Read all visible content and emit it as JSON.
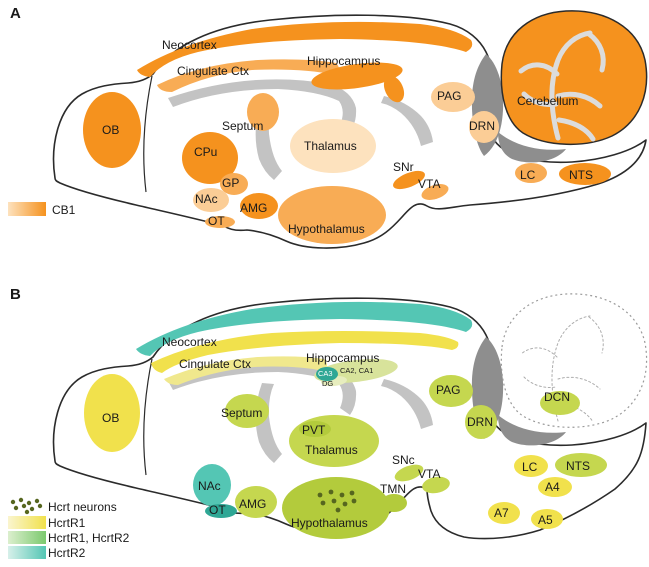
{
  "colors": {
    "orange": "#F5921E",
    "orange_mid": "#F8AC55",
    "orange_light": "#FBCD96",
    "orange_pale": "#FDE2BE",
    "yellow": "#F1E14C",
    "yellow_light": "#FAF5CF",
    "yellow_pale": "#F0E88D",
    "yellow_green": "#C5D74F",
    "olive": "#B3CB3C",
    "green": "#7BC96E",
    "green_fade": "#DCEFCE",
    "green_pale": "#D8E39B",
    "green_light": "#E7EDBE",
    "teal": "#54C6B4",
    "teal_fade": "#D7F0EA",
    "teal_dark": "#2FA795",
    "gray_light": "#C3C3C3",
    "gray_dark": "#8E8E8E",
    "dot": "#56661F"
  },
  "a": {
    "panel_label": "A",
    "legend": {
      "cb1": "CB1"
    },
    "regions": {
      "neocortex": "Neocortex",
      "cingulate_ctx": "Cingulate Ctx",
      "hippocampus": "Hippocampus",
      "ob": "OB",
      "septum": "Septum",
      "thalamus": "Thalamus",
      "cpu": "CPu",
      "gp": "GP",
      "nac": "NAc",
      "ot": "OT",
      "amg": "AMG",
      "hypothalamus": "Hypothalamus",
      "snr": "SNr",
      "vta": "VTA",
      "pag": "PAG",
      "drn": "DRN",
      "cerebellum": "Cerebellum",
      "lc": "LC",
      "nts": "NTS"
    }
  },
  "b": {
    "panel_label": "B",
    "legend": {
      "hcrt_neurons": "Hcrt neurons",
      "hcrtr1": "HcrtR1",
      "hcrtr1_r2": "HcrtR1, HcrtR2",
      "hcrtr2": "HcrtR2"
    },
    "regions": {
      "neocortex": "Neocortex",
      "cingulate_ctx": "Cingulate Ctx",
      "hippocampus": "Hippocampus",
      "ca3": "CA3",
      "ca2_ca1": "CA2, CA1",
      "dg": "DG",
      "ob": "OB",
      "septum": "Septum",
      "pvt": "PVT",
      "thalamus": "Thalamus",
      "pag": "PAG",
      "dcn": "DCN",
      "drn": "DRN",
      "snc": "SNc",
      "vta": "VTA",
      "tmn": "TMN",
      "nac": "NAc",
      "ot": "OT",
      "amg": "AMG",
      "hypothalamus": "Hypothalamus",
      "lc": "LC",
      "nts": "NTS",
      "a4": "A4",
      "a7": "A7",
      "a5": "A5"
    }
  }
}
